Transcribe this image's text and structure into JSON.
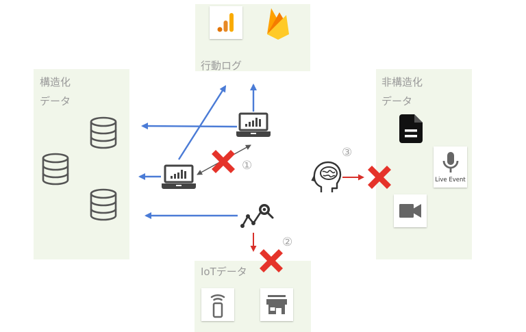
{
  "panels": {
    "behavior_log": {
      "label": "行動ログ",
      "icons": [
        "analytics-icon",
        "firebase-icon"
      ]
    },
    "structured": {
      "label_line1": "構造化",
      "label_line2": "データ",
      "icons": [
        "database-icon",
        "database-icon",
        "database-icon"
      ]
    },
    "unstructured": {
      "label_line1": "非構造化",
      "label_line2": "データ",
      "live_event_label": "Live Event",
      "icons": [
        "document-icon",
        "microphone-icon",
        "video-camera-icon"
      ]
    },
    "iot": {
      "label": "IoTデータ",
      "icons": [
        "wireless-phone-icon",
        "storefront-icon"
      ]
    }
  },
  "markers": {
    "one": "①",
    "two": "②",
    "three": "③"
  },
  "colors": {
    "panel_bg": "#f1f6ea",
    "flow_arrow": "#4a7bd6",
    "blocked_arrow": "#d8302a",
    "cross": "#e5332a",
    "icon_dark": "#444444",
    "label_gray": "#9a9a9a"
  }
}
